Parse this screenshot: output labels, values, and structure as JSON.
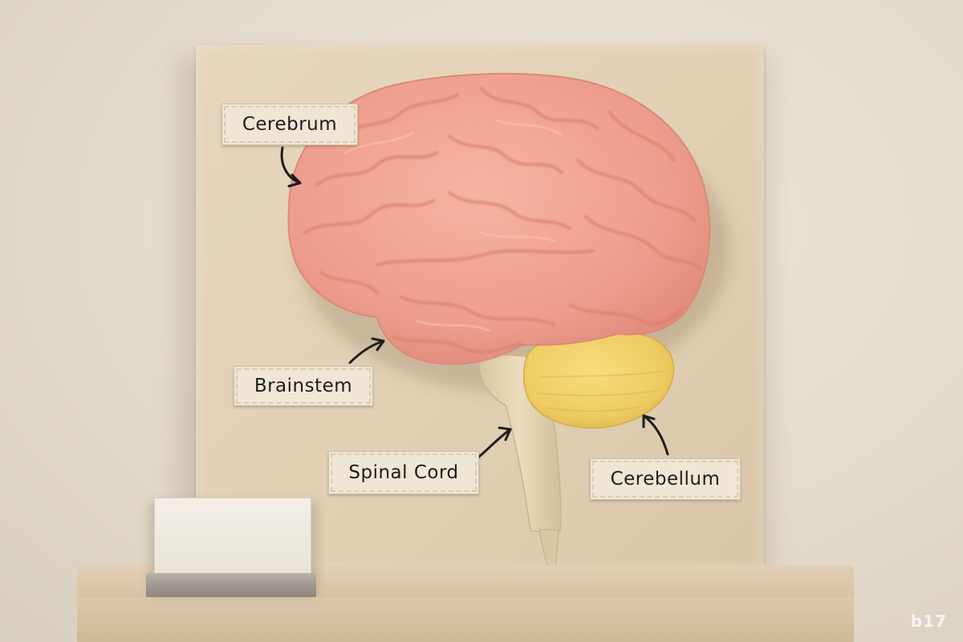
{
  "labels": {
    "cerebrum": "Cerebrum",
    "brainstem": "Brainstem",
    "spinal_cord": "Spinal Cord",
    "cerebellum": "Cerebellum"
  },
  "watermark": "b17",
  "colors": {
    "wall": "#e3dbcc",
    "board": "#e1cfb3",
    "cerebrum": "#f0a193",
    "cerebellum": "#f0d26a",
    "brainstem": "#e2d2b0",
    "label_bg": "#efe6d6",
    "shelf": "#dcc8ab"
  },
  "icons": [
    "curved-arrow-icon"
  ]
}
